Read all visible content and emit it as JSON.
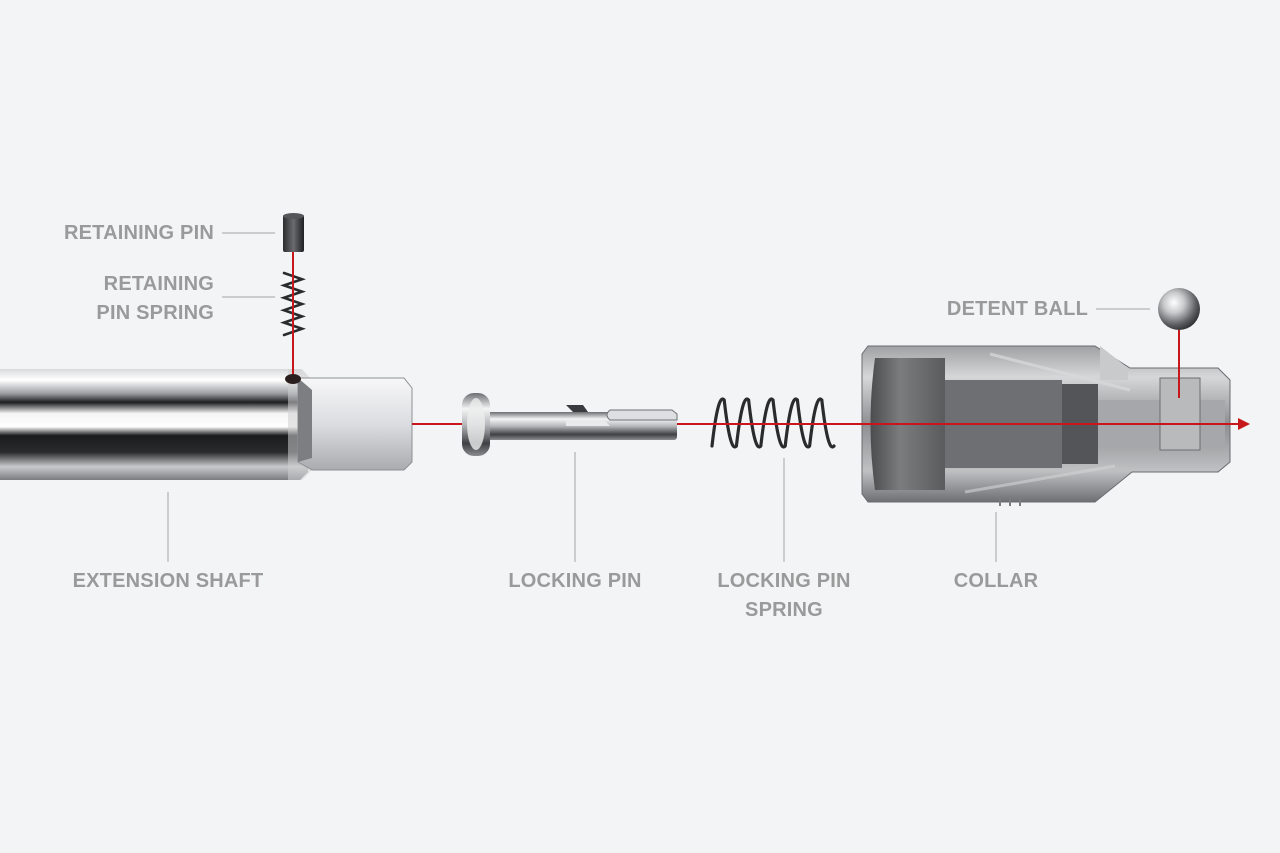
{
  "labels": {
    "retaining_pin": "RETAINING PIN",
    "retaining_pin_spring_line1": "RETAINING",
    "retaining_pin_spring_line2": "PIN SPRING",
    "detent_ball": "DETENT BALL",
    "extension_shaft": "EXTENSION SHAFT",
    "locking_pin": "LOCKING PIN",
    "locking_pin_spring_line1": "LOCKING PIN",
    "locking_pin_spring_line2": "SPRING",
    "collar": "COLLAR"
  },
  "colors": {
    "background": "#f2f4f6",
    "label_text": "#9a9a9a",
    "leader_line": "#bfbfbf",
    "axis_line": "#c8161d"
  }
}
